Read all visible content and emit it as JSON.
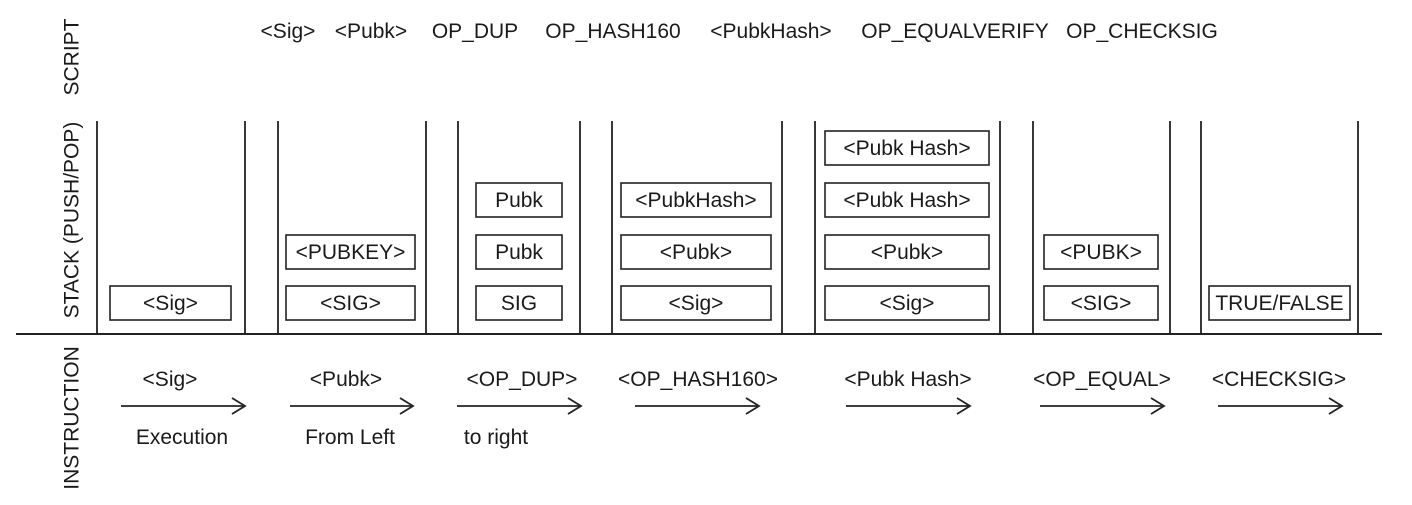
{
  "labels": {
    "script": "SCRIPT",
    "stack": "STACK (PUSH/POP)",
    "instruction": "INSTRUCTION"
  },
  "script_tokens": [
    "<Sig>",
    "<Pubk>",
    "OP_DUP",
    "OP_HASH160",
    "<PubkHash>",
    "OP_EQUALVERIFY",
    "OP_CHECKSIG"
  ],
  "stacks": [
    [
      "<Sig>"
    ],
    [
      "<SIG>",
      "<PUBKEY>"
    ],
    [
      "SIG",
      "Pubk",
      "Pubk"
    ],
    [
      "<Sig>",
      "<Pubk>",
      "<PubkHash>"
    ],
    [
      "<Sig>",
      "<Pubk>",
      "<Pubk Hash>",
      "<Pubk Hash>"
    ],
    [
      "<SIG>",
      "<PUBK>"
    ],
    [
      "TRUE/FALSE"
    ]
  ],
  "instructions": [
    {
      "label": "<Sig>",
      "note": "Execution"
    },
    {
      "label": "<Pubk>",
      "note": "From Left"
    },
    {
      "label": "<OP_DUP>",
      "note": "to right"
    },
    {
      "label": "<OP_HASH160>",
      "note": ""
    },
    {
      "label": "<Pubk Hash>",
      "note": ""
    },
    {
      "label": "<OP_EQUAL>",
      "note": ""
    },
    {
      "label": "<CHECKSIG>",
      "note": ""
    }
  ],
  "colors": {
    "ink": "#222222",
    "background": "#ffffff"
  }
}
